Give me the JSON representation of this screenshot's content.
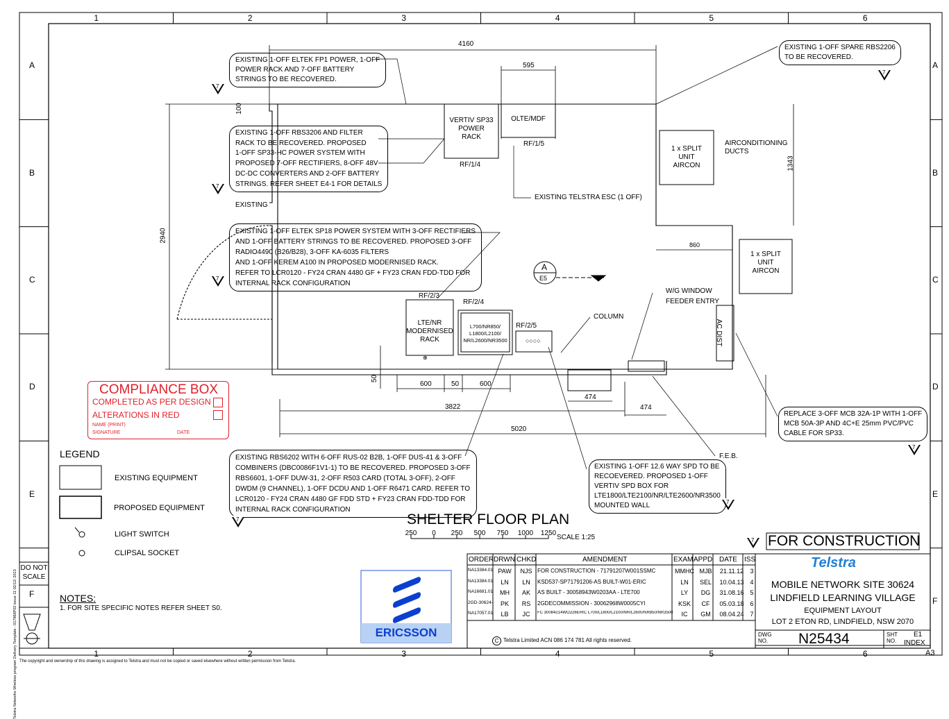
{
  "grid": {
    "columns": [
      "1",
      "2",
      "3",
      "4",
      "5",
      "6"
    ],
    "rows": [
      "A",
      "B",
      "C",
      "D",
      "E",
      "F"
    ]
  },
  "plan": {
    "title": "SHELTER FLOOR PLAN",
    "scale_label": "SCALE 1:25",
    "scale_ticks": [
      "250",
      "0",
      "250",
      "500",
      "750",
      "1000",
      "1250"
    ],
    "dims": {
      "top": "4160",
      "olte": "595",
      "left_small": "100",
      "left_height": "2940",
      "right_height": "1343",
      "aircon_gap": "860",
      "bottom_50": "50",
      "bottom_600a": "600",
      "bottom_50b": "50",
      "bottom_600b": "600",
      "d474a": "474",
      "d474b": "474",
      "d3822": "3822",
      "d5020": "5020"
    },
    "equipment": {
      "vertiv": "VERTIV SP33\nPOWER\nRACK",
      "vertiv_ref": "RF/1/4",
      "olte": "OLTE/MDF",
      "olte_ref": "RF/1/5",
      "aircon1": "1 x SPLIT\nUNIT\nAIRCON",
      "aircon2": "1 x SPLIT\nUNIT\nAIRCON",
      "aircon_ducts": "AIRCONDITIONING\nDUCTS",
      "lte_rack": "LTE/NR\nMODERNISED\nRACK",
      "lte_ref": "RF/2/3",
      "radio_rack": "L700/NR850/\nL1800/L2100/\nNR/L2600/NR3500",
      "radio_ref": "RF/2/4",
      "spd_ref": "RF/2/5",
      "ac_dist": "AC DIST",
      "column": "COLUMN",
      "window": "W/G WINDOW\nFEEDER ENTRY",
      "telstra_esc": "EXISTING TELSTRA ESC (1 OFF)",
      "existing": "EXISTING",
      "feb": "F.E.B.",
      "section_letter": "A",
      "section_sheet": "E5"
    },
    "notes": {
      "n1": "EXISTING 1-OFF ELTEK FP1 POWER, 1-OFF\nPOWER RACK AND 7-OFF BATTERY\nSTRINGS TO BE RECOVERED.",
      "n2": "EXISTING 1-OFF RBS3206 AND FILTER\nRACK TO BE RECOVERED. PROPOSED\n1-OFF SP33-HC POWER SYSTEM WITH\nPROPOSED 7-OFF RECTIFIERS, 8-OFF 48V\nDC-DC CONVERTERS AND 2-OFF BATTERY\nSTRINGS. REFER SHEET E4-1 FOR DETAILS",
      "n3": "EXISTING 1-OFF ELTEK SP18 POWER SYSTEM WITH 3-OFF RECTIFIERS\nAND 1-OFF BATTERY STRINGS TO BE RECOVERED. PROPOSED 3-OFF\nRADIO4490 (B26/B28), 3-OFF KA-6035 FILTERS\nAND 1-OFF KEREM A100 IN PROPOSED MODERNISED RACK.\nREFER TO LCR0120 - FY24 CRAN 4480 GF + FY23 CRAN FDD-TDD FOR\nINTERNAL RACK CONFIGURATION",
      "n4": "EXISTING 1-OFF SPARE RBS2206\nTO BE RECOVERED.",
      "n5": "REPLACE 3-OFF MCB 32A-1P WITH 1-OFF\nMCB 50A-3P AND 4C+E 25mm PVC/PVC\nCABLE FOR SP33.",
      "n6": "EXISTING RBS6202 WITH 6-OFF RUS-02 B2B, 1-OFF DUS-41 & 3-OFF\nCOMBINERS (DBC0086F1V1-1) TO BE RECOVERED. PROPOSED 3-OFF\nRBS6601, 1-OFF DUW-31, 2-OFF R503 CARD (TOTAL 3-OFF), 2-OFF\nDWDM (9 CHANNEL), 1-OFF DCDU AND 1-OFF R6471 CARD. REFER TO\nLCR0120 - FY24 CRAN 4480 GF FDD STD + FY23 CRAN FDD-TDD FOR\nINTERNAL RACK CONFIGURATION",
      "n7": "EXISTING 1-OFF 12.6 WAY SPD TO BE\nRECOEVERED. PROPOSED 1-OFF\nVERTIV SPD BOX FOR\nLTE1800/LTE2100/NR/LTE2600/NR3500\nMOUNTED WALL"
    },
    "rev_marker": "7"
  },
  "compliance": {
    "title": "COMPLIANCE BOX",
    "completed": "COMPLETED AS PER DESIGN",
    "alterations": "ALTERATIONS IN RED",
    "name": "NAME (PRINT)",
    "signature": "SIGNATURE",
    "date": "DATE",
    "color": "#e0202a"
  },
  "legend": {
    "title": "LEGEND",
    "existing": "EXISTING EQUIPMENT",
    "proposed": "PROPOSED EQUIPMENT",
    "light": "LIGHT SWITCH",
    "clipsal": "CLIPSAL SOCKET"
  },
  "notes_block": {
    "title": "NOTES:",
    "line1": "1. FOR SITE SPECIFIC NOTES REFER SHEET S0."
  },
  "do_not_scale": "DO NOT\nSCALE",
  "side_text": "Telstra Networks Wireless program Delivery Template - 017866P02 issue 11 02/12/ 2013",
  "copyright": "The copyright and ownership of this drawing is assigned to Telstra and must not be copied or saved elsewhere without written permission from Telstra.",
  "for_construction": "FOR CONSTRUCTION",
  "revisions": {
    "headers": [
      "ORDER",
      "DRWN",
      "CHKD",
      "AMENDMENT",
      "EXAM",
      "APPD",
      "DATE",
      "ISS"
    ],
    "rows": [
      [
        "NA13384.01",
        "PAW",
        "NJS",
        "FOR CONSTRUCTION - 71791207W001SSMC",
        "MMHC",
        "MJB",
        "21.11.12",
        "3"
      ],
      [
        "NA13384.01",
        "LN",
        "LN",
        "KSD537-SP71791206-AS BUILT-W01-ERIC",
        "LN",
        "SEL",
        "10.04.13",
        "4"
      ],
      [
        "NA16681.01",
        "MH",
        "AK",
        "AS BUILT - 30058943W0203AA - LTE700",
        "LY",
        "DG",
        "31.08.16",
        "5"
      ],
      [
        "2GD-30624-01",
        "PK",
        "RS",
        "2GDECOMMISSION - 30062968W0005CYI",
        "KSK",
        "CF",
        "05.03.18",
        "6"
      ],
      [
        "NA17057.01",
        "LB",
        "JC",
        "FC 30084214WO226ERIC L700/L1800/L2100/NR/L2600/NR850/NR3500",
        "IC",
        "GM",
        "08.04.24",
        "7"
      ]
    ],
    "footer": "Telstra Limited  ACN 086 174 781   All rights reserved.",
    "footer_mark": "C"
  },
  "brand": {
    "ericsson": "ERICSSON",
    "ericsson_color": "#0b3fd0",
    "telstra": "Telstra",
    "telstra_color": "#1f7fd6"
  },
  "title_block": {
    "line1": "MOBILE NETWORK SITE 30624",
    "line2": "LINDFIELD LEARNING VILLAGE",
    "line3": "EQUIPMENT LAYOUT",
    "line4": "LOT 2 ETON RD, LINDFIELD, NSW 2070",
    "dwg_label": "DWG\nNO.",
    "dwg_no": "N25434",
    "sht_label": "SHT\nNO.",
    "sht_no": "E1",
    "index": "INDEX",
    "size": "A3"
  }
}
